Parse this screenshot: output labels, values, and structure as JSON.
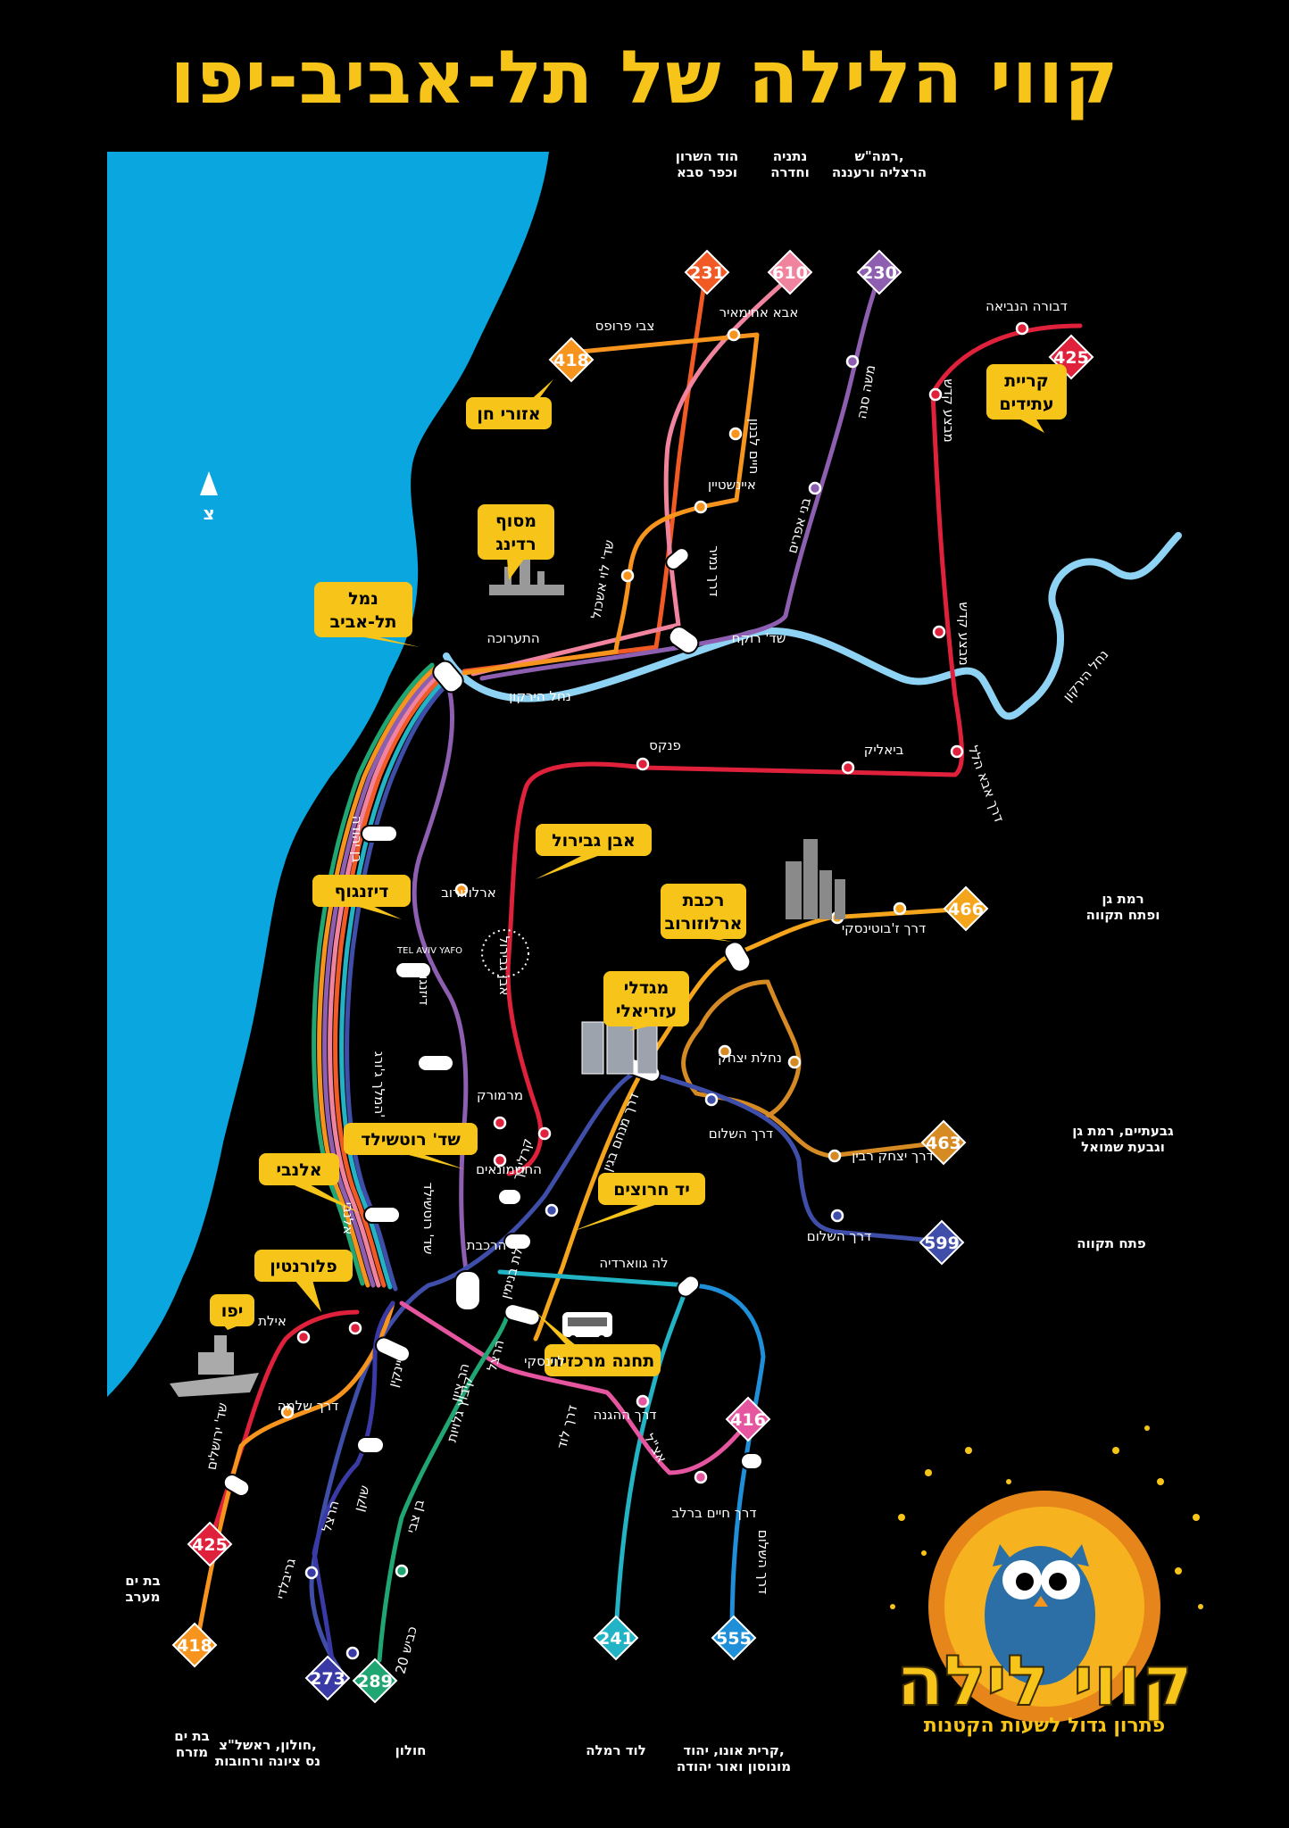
{
  "title": "קווי הלילה של תל-אביב-יפו",
  "compass": "צ",
  "colors": {
    "sea": "#0aa6e0",
    "river": "#8fd3f4",
    "accent": "#f7c51a",
    "l231": "#f15a24",
    "l610": "#f0849f",
    "l230": "#8e5fb0",
    "l418": "#f7941d",
    "l425": "#e0213c",
    "l466": "#f4a51c",
    "l463": "#d68a23",
    "l599": "#3f4ea8",
    "l241": "#22b3c4",
    "l555": "#1e8fd8",
    "l416": "#e6559f",
    "l273": "#3a3aa6",
    "l289": "#1fa672"
  },
  "badges": [
    {
      "id": "b231",
      "num": "231",
      "color": "l231"
    },
    {
      "id": "b610",
      "num": "610",
      "color": "l610"
    },
    {
      "id": "b230",
      "num": "230",
      "color": "l230"
    },
    {
      "id": "b418top",
      "num": "418",
      "color": "l418"
    },
    {
      "id": "b425top",
      "num": "425",
      "color": "l425"
    },
    {
      "id": "b466",
      "num": "466",
      "color": "l466"
    },
    {
      "id": "b463",
      "num": "463",
      "color": "l463"
    },
    {
      "id": "b599",
      "num": "599",
      "color": "l599"
    },
    {
      "id": "b416",
      "num": "416",
      "color": "l416"
    },
    {
      "id": "b425bot",
      "num": "425",
      "color": "l425"
    },
    {
      "id": "b418bot",
      "num": "418",
      "color": "l418"
    },
    {
      "id": "b241",
      "num": "241",
      "color": "l241"
    },
    {
      "id": "b555",
      "num": "555",
      "color": "l555"
    },
    {
      "id": "b273",
      "num": "273",
      "color": "l273"
    },
    {
      "id": "b289",
      "num": "289",
      "color": "l289"
    }
  ],
  "destinations": [
    {
      "id": "d231",
      "lines": [
        "הוד השרון",
        "וכפר סבא"
      ]
    },
    {
      "id": "d610",
      "lines": [
        "נתניה",
        "וחדרה"
      ]
    },
    {
      "id": "d230",
      "lines": [
        "רמה\"ש,",
        "הרצליה ורעננה"
      ]
    },
    {
      "id": "d466",
      "lines": [
        "רמת גן",
        "ופתח תקווה"
      ]
    },
    {
      "id": "d463",
      "lines": [
        "גבעתיים, רמת גן",
        "וגבעת שמואל"
      ]
    },
    {
      "id": "d599",
      "lines": [
        "פתח תקווה"
      ]
    },
    {
      "id": "d425",
      "lines": [
        "בת ים",
        "מערב"
      ]
    },
    {
      "id": "d418",
      "lines": [
        "בת ים",
        "מזרח"
      ]
    },
    {
      "id": "d273",
      "lines": [
        "חולון, ראשל\"צ,",
        "נס ציונה ורחובות"
      ]
    },
    {
      "id": "d289",
      "lines": [
        "חולון"
      ]
    },
    {
      "id": "d241",
      "lines": [
        "לוד רמלה"
      ]
    },
    {
      "id": "d555",
      "lines": [
        "קרית אונו, יהוד,",
        "מונוסון ואור יהודה"
      ]
    }
  ],
  "callouts": [
    {
      "id": "c-azorei-chen",
      "lines": [
        "אזורי חן"
      ]
    },
    {
      "id": "c-reading",
      "lines": [
        "מסוף",
        "רדינג"
      ]
    },
    {
      "id": "c-namal",
      "lines": [
        "נמל",
        "תל-אביב"
      ]
    },
    {
      "id": "c-kiryat-atidim",
      "lines": [
        "קריית",
        "עתידים"
      ]
    },
    {
      "id": "c-even-gvirol",
      "lines": [
        "אבן גבירול"
      ]
    },
    {
      "id": "c-dizengoff",
      "lines": [
        "דיזנגוף"
      ]
    },
    {
      "id": "c-arlozorov",
      "lines": [
        "רכבת",
        "ארלוזורוב"
      ]
    },
    {
      "id": "c-azrieli",
      "lines": [
        "מגדלי",
        "עזריאלי"
      ]
    },
    {
      "id": "c-rothschild",
      "lines": [
        "שד' רוטשילד"
      ]
    },
    {
      "id": "c-allenby",
      "lines": [
        "אלנבי"
      ]
    },
    {
      "id": "c-yad-harutsim",
      "lines": [
        "יד חרוצים"
      ]
    },
    {
      "id": "c-florentin",
      "lines": [
        "פלורנטין"
      ]
    },
    {
      "id": "c-jaffa",
      "lines": [
        "יפו"
      ]
    },
    {
      "id": "c-central",
      "lines": [
        "תחנה מרכזית"
      ]
    }
  ],
  "street_labels": [
    {
      "id": "s1",
      "text": "דבורה הנביאה"
    },
    {
      "id": "s2",
      "text": "צבי פרופס"
    },
    {
      "id": "s3",
      "text": "אבא אחימאיר"
    },
    {
      "id": "s4",
      "text": "משה סנה"
    },
    {
      "id": "s5",
      "text": "חיים לבנון"
    },
    {
      "id": "s6",
      "text": "מבצע קדש"
    },
    {
      "id": "s7",
      "text": "איינשטיין"
    },
    {
      "id": "s8",
      "text": "בני אפרים"
    },
    {
      "id": "s9",
      "text": "דרך נמיר"
    },
    {
      "id": "s10",
      "text": "שד' לוי אשכול"
    },
    {
      "id": "s11",
      "text": "מבצע קדש"
    },
    {
      "id": "s12",
      "text": "שד' רוקח"
    },
    {
      "id": "s13",
      "text": "התערוכה"
    },
    {
      "id": "s14",
      "text": "נחל הירקון"
    },
    {
      "id": "s15",
      "text": "נחל הירקון"
    },
    {
      "id": "s16",
      "text": "ביאליק"
    },
    {
      "id": "s17",
      "text": "פנקס"
    },
    {
      "id": "s18",
      "text": "דרך אבא הלל"
    },
    {
      "id": "s19",
      "text": "בן יהודה"
    },
    {
      "id": "s20",
      "text": "ארלוזורוב"
    },
    {
      "id": "s21",
      "text": "אבן גבירול"
    },
    {
      "id": "s22",
      "text": "דרך ז'בוטינסקי"
    },
    {
      "id": "s23",
      "text": "דיזנגוף"
    },
    {
      "id": "s24",
      "text": "המלך ג'ורג'"
    },
    {
      "id": "s25",
      "text": "נחלת יצחק"
    },
    {
      "id": "s26",
      "text": "מרמורק"
    },
    {
      "id": "s27",
      "text": "קרליבך"
    },
    {
      "id": "s28",
      "text": "דרך השלום"
    },
    {
      "id": "s29",
      "text": "דרך מנחם בגין"
    },
    {
      "id": "s30",
      "text": "החשמונאים"
    },
    {
      "id": "s31",
      "text": "שד' רוטשילד"
    },
    {
      "id": "s32",
      "text": "דרך יצחק רבין"
    },
    {
      "id": "s33",
      "text": "אלנבי"
    },
    {
      "id": "s34",
      "text": "דרך השלום"
    },
    {
      "id": "s35",
      "text": "הרכבת"
    },
    {
      "id": "s36",
      "text": "לה גווארדיה"
    },
    {
      "id": "s37",
      "text": "לוינסקי"
    },
    {
      "id": "s38",
      "text": "אילת"
    },
    {
      "id": "s39",
      "text": "דרך שלמה"
    },
    {
      "id": "s40",
      "text": "דרך ההגנה"
    },
    {
      "id": "s41",
      "text": "שד' ירושלים"
    },
    {
      "id": "s42",
      "text": "אצ\"ל"
    },
    {
      "id": "s43",
      "text": "דרך חיים ברלב"
    },
    {
      "id": "s44",
      "text": "דרך השלום"
    },
    {
      "id": "s45",
      "text": "שוקן"
    },
    {
      "id": "s46",
      "text": "הרצל"
    },
    {
      "id": "s47",
      "text": "גריבלדי"
    },
    {
      "id": "s48",
      "text": "בן צבי"
    },
    {
      "id": "s49",
      "text": "כביש 20"
    },
    {
      "id": "s50",
      "text": "שיינקין"
    },
    {
      "id": "s51",
      "text": "הר ציון"
    },
    {
      "id": "s52",
      "text": "הרצל"
    },
    {
      "id": "s53",
      "text": "קיבוץ גלויות"
    },
    {
      "id": "s54",
      "text": "נחלת בנימין"
    },
    {
      "id": "s55",
      "text": "דרך לוד"
    }
  ],
  "tlv_logo": "TEL AVIV YAFO",
  "logo": {
    "main": "קווי לילה",
    "tagline": "פתרון גדול לשעות הקטנות"
  }
}
